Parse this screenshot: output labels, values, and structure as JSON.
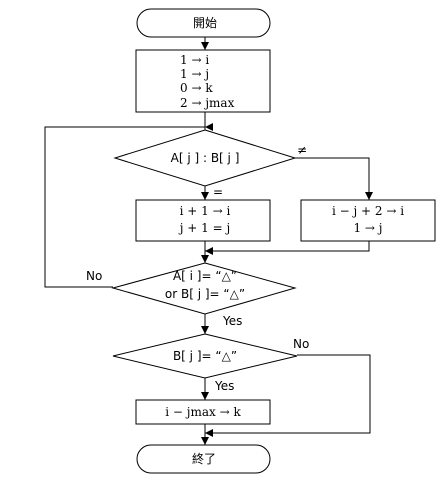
{
  "start": "開始",
  "end": "終了",
  "init": [
    "1 → i",
    "1 → j",
    "0 → k",
    "2 → jmax"
  ],
  "compare": "A[ j ] : B[ j ]",
  "equal_label": "=",
  "notequal_label": "≠",
  "equal_box": [
    "i + 1 → i",
    "j + 1 = j"
  ],
  "notequal_box": [
    "i − j + 2 → i",
    "1 → j"
  ],
  "decision1": [
    "A[ i ]= “△”",
    "or B[ j ]= “△”"
  ],
  "decision1_no": "No",
  "decision1_yes": "Yes",
  "decision2": "B[ j ]= “△”",
  "decision2_no": "No",
  "decision2_yes": "Yes",
  "result_box": "i − jmax → k"
}
